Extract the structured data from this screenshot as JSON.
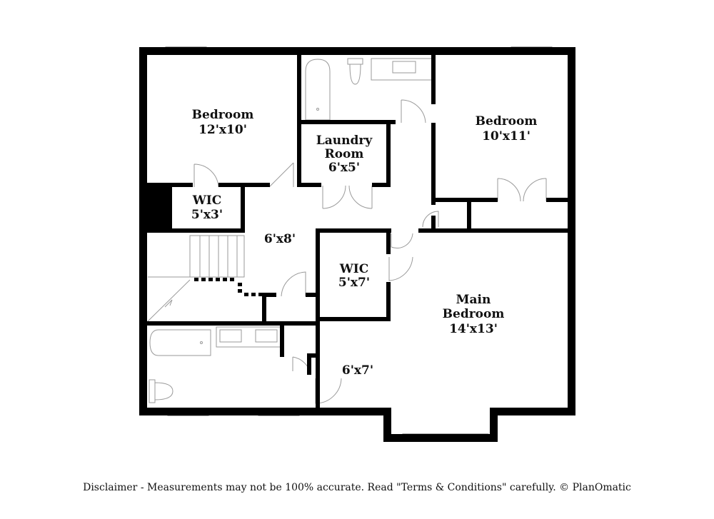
{
  "rooms": {
    "bedroom_left": {
      "name": "Bedroom",
      "size": "12'x10'"
    },
    "bedroom_right": {
      "name": "Bedroom",
      "size": "10'x11'"
    },
    "laundry": {
      "name_line1": "Laundry",
      "name_line2": "Room",
      "size": "6'x5'"
    },
    "wic_left": {
      "name": "WIC",
      "size": "5'x3'"
    },
    "hall": {
      "size": "6'x8'"
    },
    "wic_center": {
      "name": "WIC",
      "size": "5'x7'"
    },
    "main_bedroom": {
      "name_line1": "Main",
      "name_line2": "Bedroom",
      "size": "14'x13'"
    },
    "main_bath": {
      "size": "6'x7'"
    }
  },
  "disclaimer": "Disclaimer - Measurements may not be 100% accurate. Read \"Terms & Conditions\" carefully. © PlanOmatic",
  "colors": {
    "wall": "#000000",
    "fixture": "#9a9a9a",
    "background": "#ffffff"
  }
}
